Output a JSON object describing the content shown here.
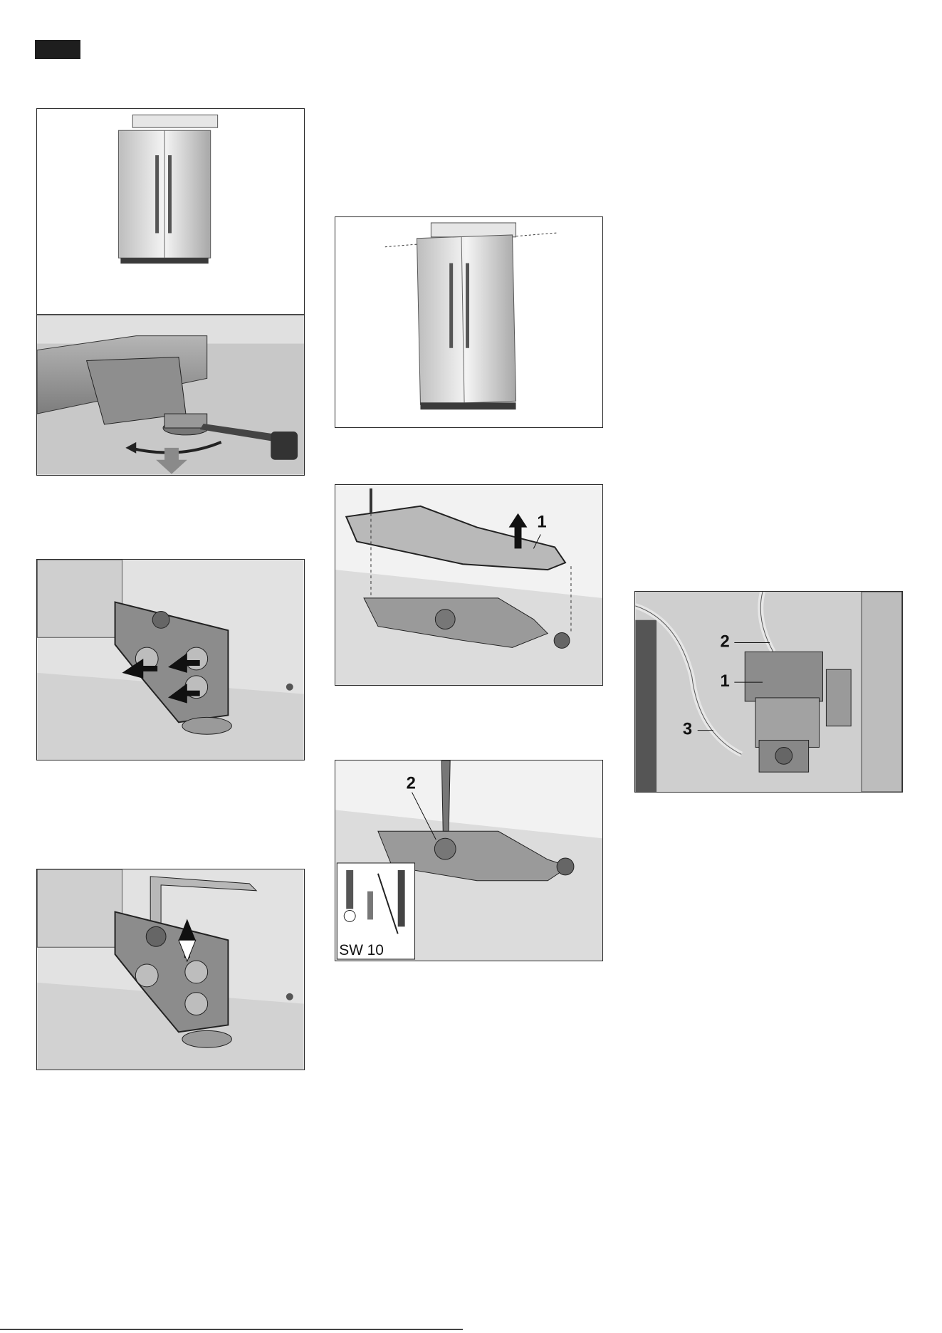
{
  "page": {
    "header_marker": ""
  },
  "figures": {
    "fig_hinge_bracket": {
      "label_1": "1"
    },
    "fig_hinge_nut": {
      "label_2": "2",
      "tool_size": "SW 10"
    },
    "fig_water_valve": {
      "label_1": "1",
      "label_2": "2",
      "label_3": "3"
    }
  },
  "colors": {
    "panel_border": "#2a2a2a",
    "metal_light": "#d9d9d9",
    "metal_mid": "#a9a9a9",
    "metal_dark": "#6f6f6f"
  }
}
